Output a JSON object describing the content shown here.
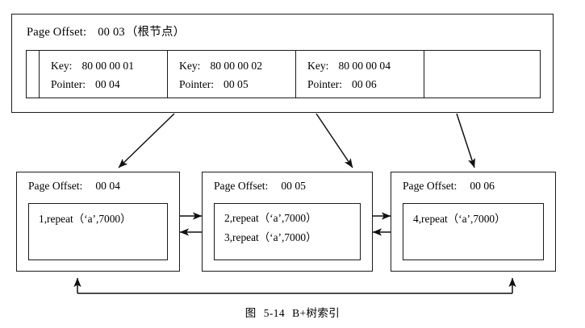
{
  "diagram": {
    "caption_prefix": "图",
    "caption_number": "5-14",
    "caption_title": "B+树索引"
  },
  "root": {
    "header_label": "Page Offset:",
    "header_value": "00 03",
    "header_note": "（根节点）",
    "cells": [
      {
        "key_label": "Key:",
        "key_value": "80 00 00 01",
        "pointer_label": "Pointer:",
        "pointer_value": "00 04"
      },
      {
        "key_label": "Key:",
        "key_value": "80 00 00 02",
        "pointer_label": "Pointer:",
        "pointer_value": "00 05"
      },
      {
        "key_label": "Key:",
        "key_value": "80 00 00 04",
        "pointer_label": "Pointer:",
        "pointer_value": "00 06"
      },
      {
        "key_label": "",
        "key_value": "",
        "pointer_label": "",
        "pointer_value": ""
      }
    ]
  },
  "leaves": [
    {
      "header_label": "Page Offset:",
      "header_value": "00 04",
      "rows": [
        "1,repeat（‘a’,7000）"
      ]
    },
    {
      "header_label": "Page Offset:",
      "header_value": "00 05",
      "rows": [
        "2,repeat（‘a’,7000）",
        "3,repeat（‘a’,7000）"
      ]
    },
    {
      "header_label": "Page Offset:",
      "header_value": "00 06",
      "rows": [
        "4,repeat（‘a’,7000）"
      ]
    }
  ],
  "colors": {
    "stroke": "#1a1a1a",
    "background": "#ffffff"
  }
}
